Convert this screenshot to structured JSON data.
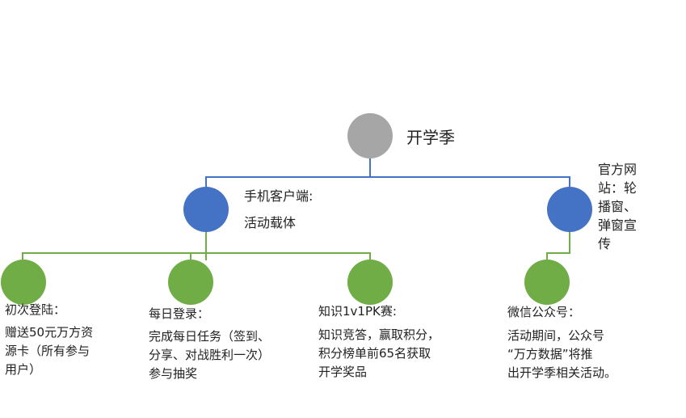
{
  "colors": {
    "root_node": "#A6A6A6",
    "level1_node": "#4472C4",
    "level2_node": "#70AD47",
    "level1_connector": "#4472C4",
    "level2_connector": "#70AD47"
  },
  "root": {
    "label": "开学季"
  },
  "mobile": {
    "label_line1": "手机客户端:",
    "label_line2": "活动载体"
  },
  "website": {
    "label_lines": [
      "官方网",
      "站：轮",
      "播窗、",
      "弹窗宣",
      "传"
    ]
  },
  "first_login": {
    "title": "初次登陆：",
    "desc_lines": [
      "赠送50元万方资",
      "源卡（所有参与",
      "用户）"
    ]
  },
  "daily_login": {
    "title": "每日登录：",
    "desc_lines": [
      "完成每日任务（签到、",
      "分享、对战胜利一次）",
      "参与抽奖"
    ]
  },
  "pk": {
    "title": "知识1v1PK赛:",
    "desc_lines": [
      "知识竞答，赢取积分，",
      "积分榜单前65名获取",
      "开学奖品"
    ]
  },
  "wechat": {
    "title": "微信公众号：",
    "desc_lines": [
      "活动期间，公众号",
      "“万方数据”将推",
      "出开学季相关活动。"
    ]
  }
}
